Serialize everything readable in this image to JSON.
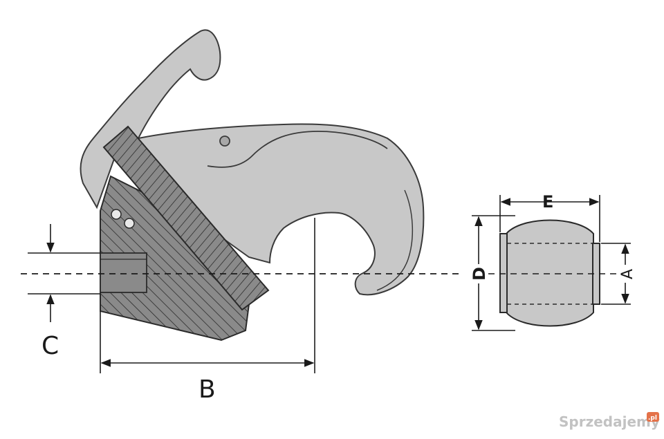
{
  "labels": {
    "A": "A",
    "B": "B",
    "C": "C",
    "D": "D",
    "E": "E"
  },
  "watermark": {
    "text": "Sprzedajemy",
    "suffix": ".pl"
  },
  "colors": {
    "part_fill": "#c8c8c8",
    "part_stroke": "#3a3a3a",
    "section_fill": "#8a8a8a",
    "hatch": "#2a2a2a",
    "line": "#1a1a1a",
    "watermark": "#b8b8b8",
    "watermark_badge": "#e05a2a"
  }
}
